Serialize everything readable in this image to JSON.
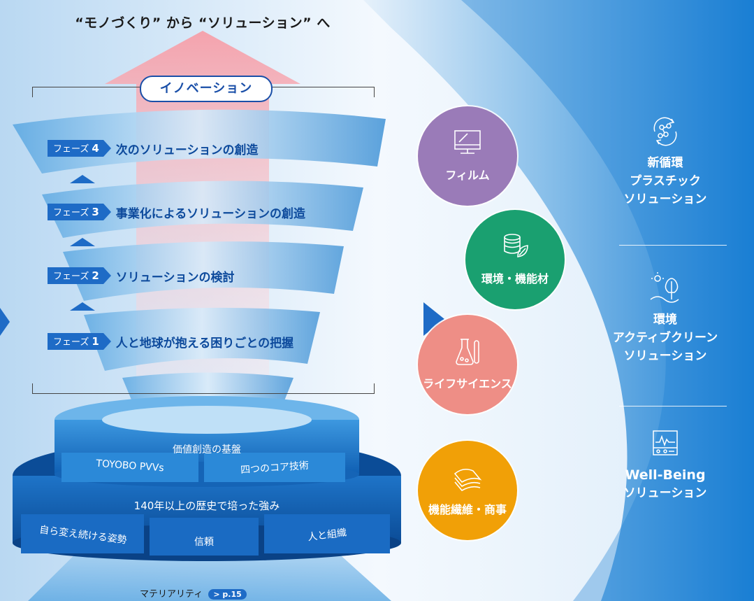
{
  "headline": "“モノづくり” から “ソリューション” へ",
  "innovation_label": "イノベーション",
  "phases": [
    {
      "tag": "フェーズ",
      "num": "4",
      "text": "次のソリューションの創造"
    },
    {
      "tag": "フェーズ",
      "num": "3",
      "text": "事業化によるソリューションの創造"
    },
    {
      "tag": "フェーズ",
      "num": "2",
      "text": "ソリューションの検討"
    },
    {
      "tag": "フェーズ",
      "num": "1",
      "text": "人と地球が抱える困りごとの把握"
    }
  ],
  "foundation": {
    "title": "価値創造の基盤",
    "items": [
      "TOYOBO PVVs",
      "四つのコア技術"
    ]
  },
  "strengths": {
    "title": "140年以上の歴史で培った強み",
    "items": [
      "自ら変え続ける姿勢",
      "信頼",
      "人と組織"
    ]
  },
  "materiality": {
    "label": "マテリアリティ",
    "ref": "> p.15"
  },
  "businesses": [
    {
      "label": "フィルム",
      "icon": "film-monitor-icon",
      "color": "#9a7bb8"
    },
    {
      "label": "環境・機能材",
      "icon": "coins-leaf-icon",
      "color": "#1aa070"
    },
    {
      "label": "ライフサイエンス",
      "icon": "flask-icon",
      "color": "#ee8e86"
    },
    {
      "label": "機能繊維・商事",
      "icon": "fabric-layers-icon",
      "color": "#f1a007"
    }
  ],
  "solutions": [
    {
      "lines": [
        "新循環",
        "プラスチック",
        "ソリューション"
      ],
      "icon": "recycle-network-icon"
    },
    {
      "lines": [
        "環境",
        "アクティブクリーン",
        "ソリューション"
      ],
      "icon": "sun-tree-icon"
    },
    {
      "lines": [
        "Well-Being",
        "ソリューション"
      ],
      "icon": "vital-monitor-icon"
    }
  ],
  "colors": {
    "accent_blue": "#1e6bc6",
    "text_blue": "#0d4a9c",
    "band_blue": "#1a7fd4"
  }
}
